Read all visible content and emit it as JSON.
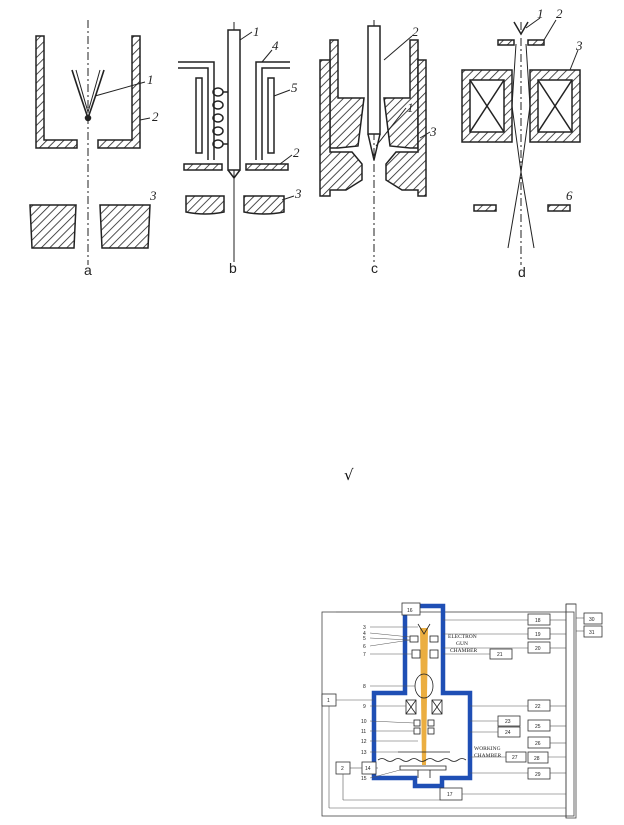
{
  "figure_top": {
    "sublabels": [
      "a",
      "b",
      "c",
      "d"
    ],
    "callouts": {
      "a": [
        "1",
        "2",
        "3"
      ],
      "b": [
        "1",
        "4",
        "5",
        "2",
        "3"
      ],
      "c": [
        "2",
        "1",
        "3"
      ],
      "d": [
        "1",
        "2",
        "3",
        "6"
      ]
    }
  },
  "sqrt_symbol": "√",
  "diagram_bottom": {
    "chamber_labels": {
      "gun_line1": "ELECTRON",
      "gun_line2": "GUN",
      "gun_line3": "CHAMBER",
      "work_line1": "WORKING",
      "work_line2": "CHAMBER"
    },
    "left_numbers": [
      "3",
      "4",
      "5",
      "6",
      "7",
      "8",
      "9",
      "10",
      "11",
      "12",
      "13",
      "14",
      "15"
    ],
    "boxes": {
      "b1": "1",
      "b2": "2",
      "b14": "14",
      "b16": "16",
      "b17": "17",
      "b18": "18",
      "b19": "19",
      "b20": "20",
      "b21": "21",
      "b22": "22",
      "b23": "23",
      "b24": "24",
      "b25": "25",
      "b26": "26",
      "b27": "27",
      "b28": "28",
      "b29": "29",
      "b30": "30",
      "b31": "31"
    },
    "colors": {
      "chamber": "#1f4fb5",
      "beam": "#e8a020"
    }
  }
}
